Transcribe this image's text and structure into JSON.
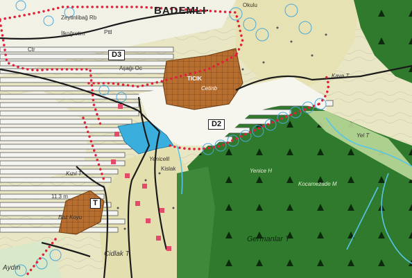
{
  "map": {
    "places": {
      "village": "BADEMLI",
      "tictik": "TICIK",
      "ceylan": "Cetinb",
      "zeytinlibag": "Zeytinlibağ Rb",
      "ilkogretim": "İlkoğretim",
      "okulu_top": "Okulu",
      "kaya": "Kaya T",
      "yenicelli": "Yenicelli",
      "kislak": "Kislak",
      "kizil": "Kızıl T",
      "baykoy": "Boz Koyu",
      "cidlak": "Cidlak T",
      "aydin": "Aydın",
      "yel": "Yel T",
      "yenice_hill": "Yenice H",
      "kocamezade": "Kocamezade M",
      "germanlar": "Germanlar T",
      "elevation": "11.3 m",
      "ctr_label": "Ctr",
      "ptt": "Pttl",
      "asagi": "Aşağı Oc"
    },
    "zones": {
      "d3": "D3",
      "d2": "D2",
      "t": "T"
    },
    "colors": {
      "forest": "#2f7a2c",
      "forest_dark": "#1f5f1f",
      "settlement": "#b06a2c",
      "water": "#33a8d4",
      "boundary": "#e0213a",
      "road": "#222222",
      "stripe": "#f2f2f2",
      "agri": "#e4dfb0"
    }
  }
}
